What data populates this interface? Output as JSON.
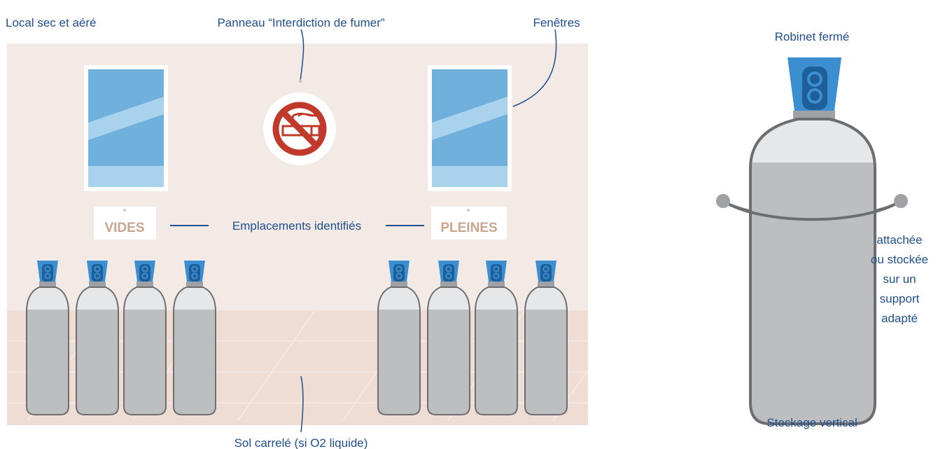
{
  "labels": {
    "local": "Local sec et aéré",
    "panneau": "Panneau “Interdiction de fumer”",
    "fenetres": "Fenêtres",
    "vides": "VIDES",
    "pleines": "PLEINES",
    "emplacements": "Emplacements identifiés",
    "sol": "Sol carrelé (si O2 liquide)",
    "robinet": "Robinet fermé",
    "attachee": [
      "attachée",
      "ou stockée",
      "sur un",
      "support",
      "adapté"
    ],
    "stockage": "Stockage vertical"
  },
  "icons": {
    "no_smoking": "no-smoking-icon",
    "cylinder": "oxygen-cylinder-icon",
    "valve": "valve-icon",
    "window": "window-icon"
  },
  "colors": {
    "wall": "#f3e9e5",
    "floor": "#efdcd3",
    "cylinder_body": "#bcbec0",
    "cylinder_shoulder": "#e6e7e8",
    "cylinder_outline": "#6d6e71",
    "valve_blue": "#3b8fd0",
    "valve_dark": "#1f5f99",
    "window_glass": "#6fb0dc",
    "no_smoking_red": "#c0392b",
    "text_blue": "#1f4f8e",
    "sign_text": "#c8a58c"
  },
  "cylinders": {
    "empty_count": 4,
    "full_count": 4
  }
}
